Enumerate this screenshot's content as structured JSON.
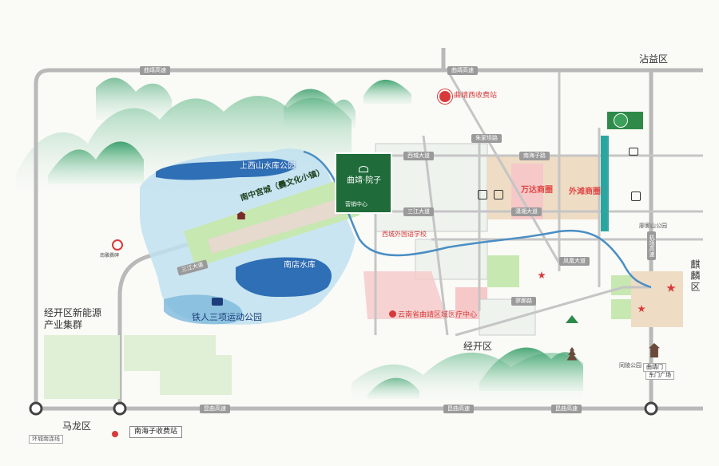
{
  "districts": {
    "zhanyi": "沾益区",
    "qilin": "麒麟区",
    "jingkai": "经开区",
    "malong": "马龙区",
    "jingkai_industry": "经开区新能源产业集群"
  },
  "roads": {
    "qujing_expressway_top": "曲靖高速",
    "qujing_expressway_top2": "曲靖高速",
    "kunqu_expressway_b1": "昆曲高速",
    "kunqu_expressway_b2": "昆曲高速",
    "kunqu_expressway_b3": "昆曲高速",
    "sanjiang_avenue": "三江大道",
    "sanjiang_avenue2": "三江大道",
    "qilin_expressway": "机场高速",
    "huangjiaba": "潇湘大道",
    "shuangfei": "南海子路",
    "xicheng": "西城大道",
    "fuyuan": "朱家坝路",
    "anxin": "凤凰大道",
    "longtan": "寥廓路"
  },
  "toll_stations": {
    "west": "曲靖西收费站",
    "nanhaizi": "南海子收费站",
    "connector": "环城南连线"
  },
  "parks": {
    "shangxishan": "上西山水库公园",
    "nandian": "南店水库",
    "tieren": "铁人三项运动公园"
  },
  "project": {
    "name": "南中宫城（爨文化小镇）",
    "logo_text": "曲靖·院子",
    "sales_center": "营销中心"
  },
  "zones": {
    "wanda": "万达商圈",
    "waitan": "外滩商圈",
    "medical": "云南省曲靖区域医疗中心",
    "xicheng_school": "西城外国语学校"
  },
  "places": {
    "cuanbei": "南雕爨碑",
    "qujing_gate": "曲靖门",
    "dongmen": "东门广场",
    "tongling": "同陵公园",
    "bridge_park": "廖廓山公园"
  },
  "colors": {
    "water": "#2f6fb5",
    "lake_ring": "#9fd1e6",
    "green_zone": "#c7e8b0",
    "project": "#2f6b3a",
    "road": "#b8b8b8",
    "river": "#4a8ec4",
    "red_mark": "#d83a3a",
    "pink_zone": "#f6c8c8",
    "beige_zone": "#efdcc4",
    "mountain": "#3b9d66"
  },
  "icons": {
    "toll_pin": "location-pin-icon",
    "hospital": "star-icon",
    "school": "school-icon",
    "mountain": "mountain-icon",
    "pagoda": "pagoda-icon"
  }
}
